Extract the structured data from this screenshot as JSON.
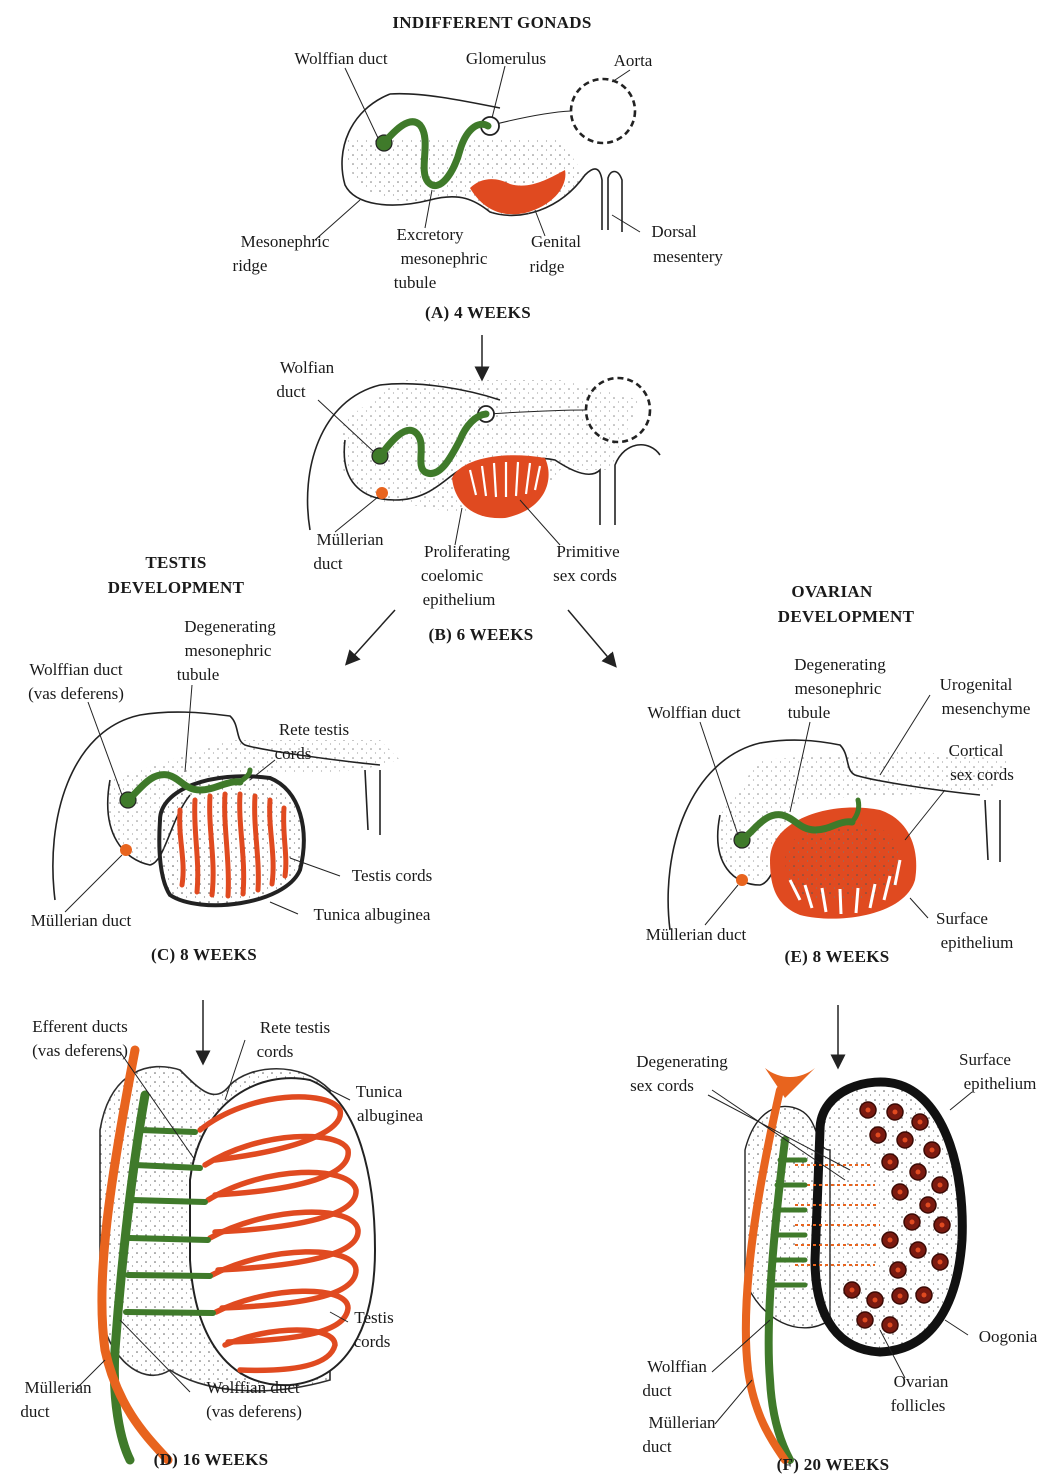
{
  "colors": {
    "wolffian_duct": "#3f7a2a",
    "mullerian_duct": "#e8641e",
    "sex_cords": "#e04a20",
    "oogonia": "#7a1a10",
    "outline": "#222222"
  },
  "title": "INDIFFERENT GONADS",
  "panel_a": {
    "caption": "(A)  4 WEEKS",
    "labels": {
      "wolffian_duct": "Wolffian duct",
      "glomerulus": "Glomerulus",
      "aorta": "Aorta",
      "mesonephric_ridge_1": "Mesonephric",
      "mesonephric_ridge_2": "ridge",
      "excretory_1": "Excretory",
      "excretory_2": "mesonephric",
      "excretory_3": "tubule",
      "genital_ridge_1": "Genital",
      "genital_ridge_2": "ridge",
      "dorsal_mesentery_1": "Dorsal",
      "dorsal_mesentery_2": "mesentery"
    }
  },
  "panel_b": {
    "caption": "(B)  6 WEEKS",
    "labels": {
      "wolfian_duct_1": "Wolfian",
      "wolfian_duct_2": "duct",
      "mullerian_duct_1": "Müllerian",
      "mullerian_duct_2": "duct",
      "proliferating_1": "Proliferating",
      "proliferating_2": "coelomic",
      "proliferating_3": "epithelium",
      "primitive_1": "Primitive",
      "primitive_2": "sex cords"
    }
  },
  "testis_heading": [
    "TESTIS",
    "DEVELOPMENT"
  ],
  "ovarian_heading": [
    "OVARIAN",
    "DEVELOPMENT"
  ],
  "panel_c": {
    "caption": "(C)  8 WEEKS",
    "labels": {
      "degenerating_1": "Degenerating",
      "degenerating_2": "mesonephric",
      "degenerating_3": "tubule",
      "wolffian_1": "Wolffian duct",
      "wolffian_2": "(vas deferens)",
      "rete_1": "Rete testis",
      "rete_2": "cords",
      "testis_cords": "Testis cords",
      "mullerian": "Müllerian duct",
      "tunica": "Tunica albuginea"
    }
  },
  "panel_d": {
    "caption": "(D)  16 WEEKS",
    "labels": {
      "efferent_1": "Efferent ducts",
      "efferent_2": "(vas deferens)",
      "rete_1": "Rete testis",
      "rete_2": "cords",
      "tunica_1": "Tunica",
      "tunica_2": "albuginea",
      "testis_1": "Testis",
      "testis_2": "cords",
      "mullerian_1": "Müllerian",
      "mullerian_2": "duct",
      "wolffian_1": "Wolffian duct",
      "wolffian_2": "(vas deferens)"
    }
  },
  "panel_e": {
    "caption": "(E)  8 WEEKS",
    "labels": {
      "degenerating_1": "Degenerating",
      "degenerating_2": "mesonephric",
      "degenerating_3": "tubule",
      "urogenital_1": "Urogenital",
      "urogenital_2": "mesenchyme",
      "wolffian": "Wolffian duct",
      "cortical_1": "Cortical",
      "cortical_2": "sex cords",
      "mullerian": "Müllerian duct",
      "surface_1": "Surface",
      "surface_2": "epithelium"
    }
  },
  "panel_f": {
    "caption": "(F)  20 WEEKS",
    "labels": {
      "degenerating_1": "Degenerating",
      "degenerating_2": "sex cords",
      "surface_1": "Surface",
      "surface_2": "epithelium",
      "oogonia": "Oogonia",
      "wolffian_1": "Wolffian",
      "wolffian_2": "duct",
      "ovarian_1": "Ovarian",
      "ovarian_2": "follicles",
      "mullerian_1": "Müllerian",
      "mullerian_2": "duct"
    }
  }
}
